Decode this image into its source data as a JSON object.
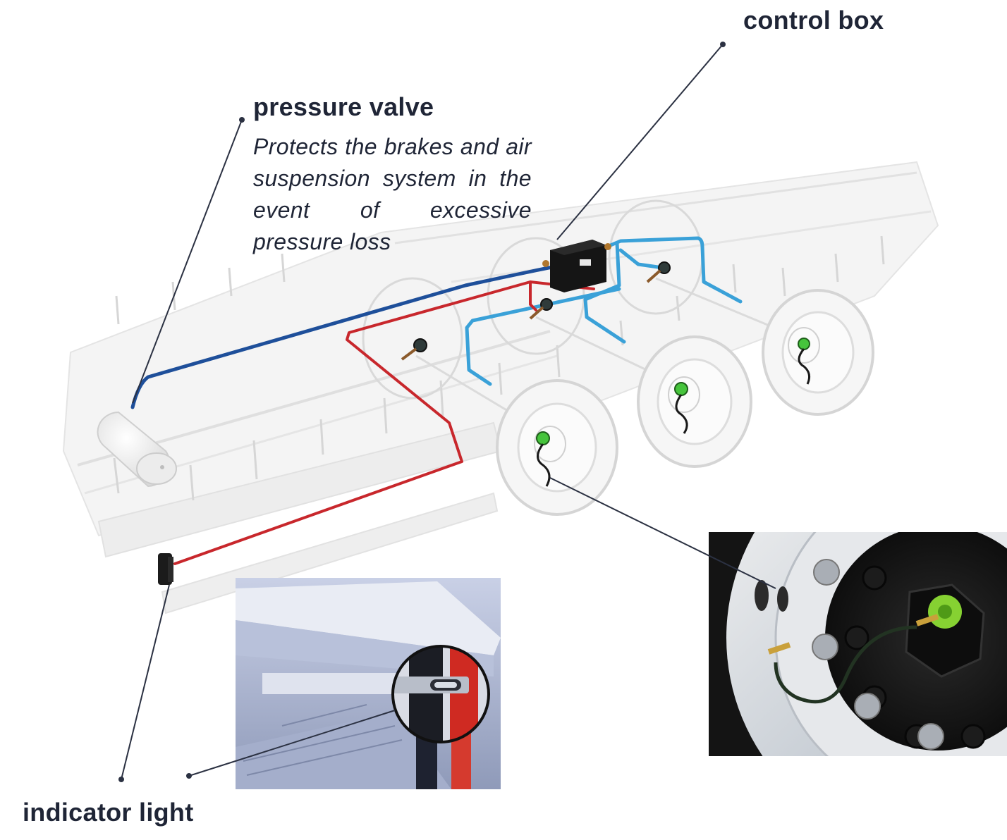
{
  "labels": {
    "control_box": "control box",
    "pressure_valve": "pressure valve",
    "pressure_valve_description": "Protects the brakes and air suspension system in the event of excessive pressure loss",
    "indicator_light": "indicator light"
  },
  "colors": {
    "label_text": "#1f2536",
    "leader_line": "#2b3142",
    "air_line_dark_blue": "#1e4f9a",
    "air_line_light_blue": "#3aa1d8",
    "signal_line_red": "#c8272c",
    "sensor_green": "#46c43c",
    "control_box_body": "#151515"
  },
  "icons": [
    "control-box-icon",
    "air-tank-icon",
    "indicator-light-icon",
    "wheel-sensor-icon"
  ]
}
